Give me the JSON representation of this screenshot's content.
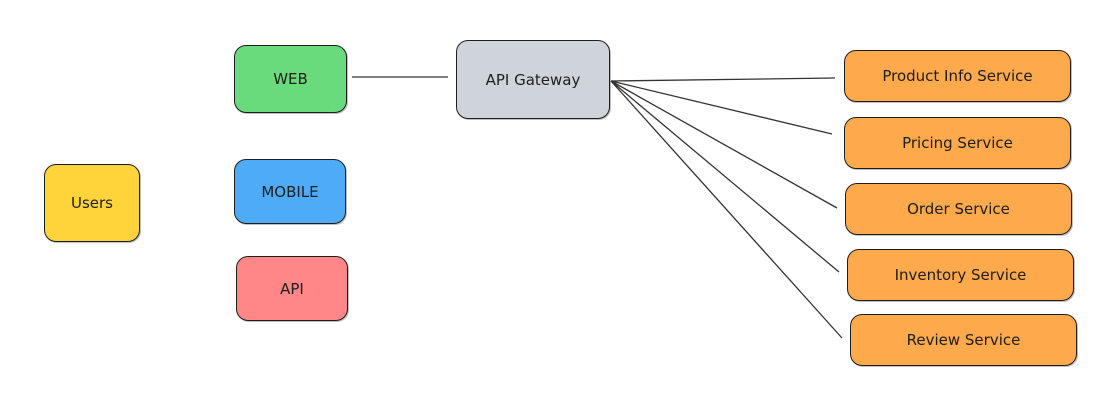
{
  "nodes": {
    "users": {
      "label": "Users",
      "color": "#ffd43b"
    },
    "web": {
      "label": "WEB",
      "color": "#69db7c"
    },
    "mobile": {
      "label": "MOBILE",
      "color": "#4dabf7"
    },
    "api": {
      "label": "API",
      "color": "#ff8787"
    },
    "gateway": {
      "label": "API Gateway",
      "color": "#ced4da"
    },
    "services": [
      {
        "label": "Product Info Service",
        "color": "#ffa94d"
      },
      {
        "label": "Pricing Service",
        "color": "#ffa94d"
      },
      {
        "label": "Order Service",
        "color": "#ffa94d"
      },
      {
        "label": "Inventory Service",
        "color": "#ffa94d"
      },
      {
        "label": "Review Service",
        "color": "#ffa94d"
      }
    ]
  },
  "edges": [
    {
      "from": "WEB",
      "to": "API Gateway"
    },
    {
      "from": "API Gateway",
      "to": "Product Info Service"
    },
    {
      "from": "API Gateway",
      "to": "Pricing Service"
    },
    {
      "from": "API Gateway",
      "to": "Order Service"
    },
    {
      "from": "API Gateway",
      "to": "Inventory Service"
    },
    {
      "from": "API Gateway",
      "to": "Review Service"
    }
  ]
}
